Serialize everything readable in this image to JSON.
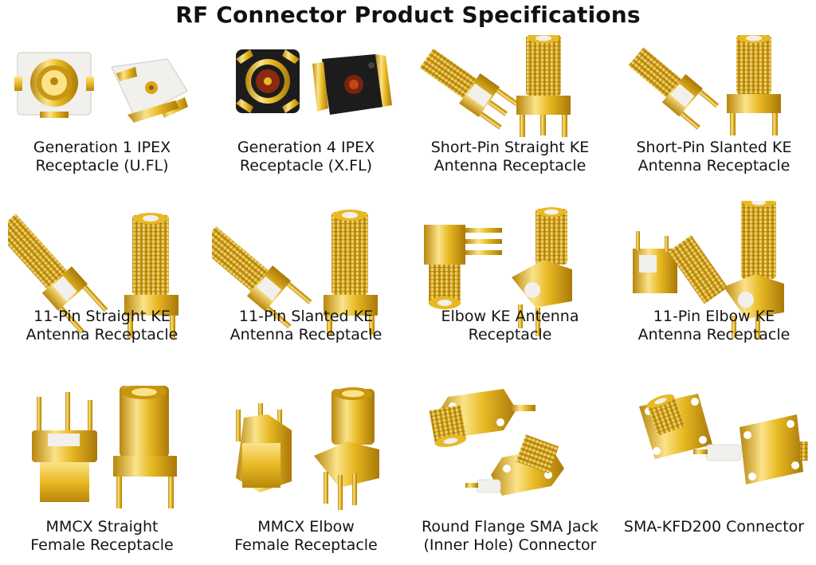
{
  "title": "RF Connector Product Specifications",
  "colors": {
    "gold": "#e8b923",
    "gold_dark": "#b8860b",
    "gold_light": "#fbe38a",
    "white_body": "#f1f0ec",
    "black_body": "#1c1c1c"
  },
  "products": [
    {
      "line1": "Generation 1 IPEX",
      "line2": "Receptacle (U.FL)",
      "icon": "ipex-gen1-connector-icon"
    },
    {
      "line1": "Generation 4 IPEX",
      "line2": "Receptacle (X.FL)",
      "icon": "ipex-gen4-connector-icon"
    },
    {
      "line1": "Short-Pin Straight KE",
      "line2": "Antenna Receptacle",
      "icon": "sma-straight-short-icon"
    },
    {
      "line1": "Short-Pin Slanted KE",
      "line2": "Antenna Receptacle",
      "icon": "sma-slanted-short-icon"
    },
    {
      "line1": "11-Pin Straight KE",
      "line2": "Antenna Receptacle",
      "icon": "sma-straight-long-icon"
    },
    {
      "line1": "11-Pin Slanted KE",
      "line2": "Antenna Receptacle",
      "icon": "sma-slanted-long-icon"
    },
    {
      "line1": "Elbow KE Antenna",
      "line2": "Receptacle",
      "icon": "sma-elbow-icon"
    },
    {
      "line1": "11-Pin Elbow KE",
      "line2": "Antenna Receptacle",
      "icon": "sma-elbow-long-icon"
    },
    {
      "line1": "MMCX Straight",
      "line2": "Female Receptacle",
      "icon": "mmcx-straight-icon"
    },
    {
      "line1": "MMCX Elbow",
      "line2": "Female Receptacle",
      "icon": "mmcx-elbow-icon"
    },
    {
      "line1": "Round Flange SMA Jack",
      "line2": "(Inner Hole) Connector",
      "icon": "sma-round-flange-icon"
    },
    {
      "line1": "SMA-KFD200 Connector",
      "line2": "",
      "icon": "sma-kfd200-icon"
    }
  ]
}
